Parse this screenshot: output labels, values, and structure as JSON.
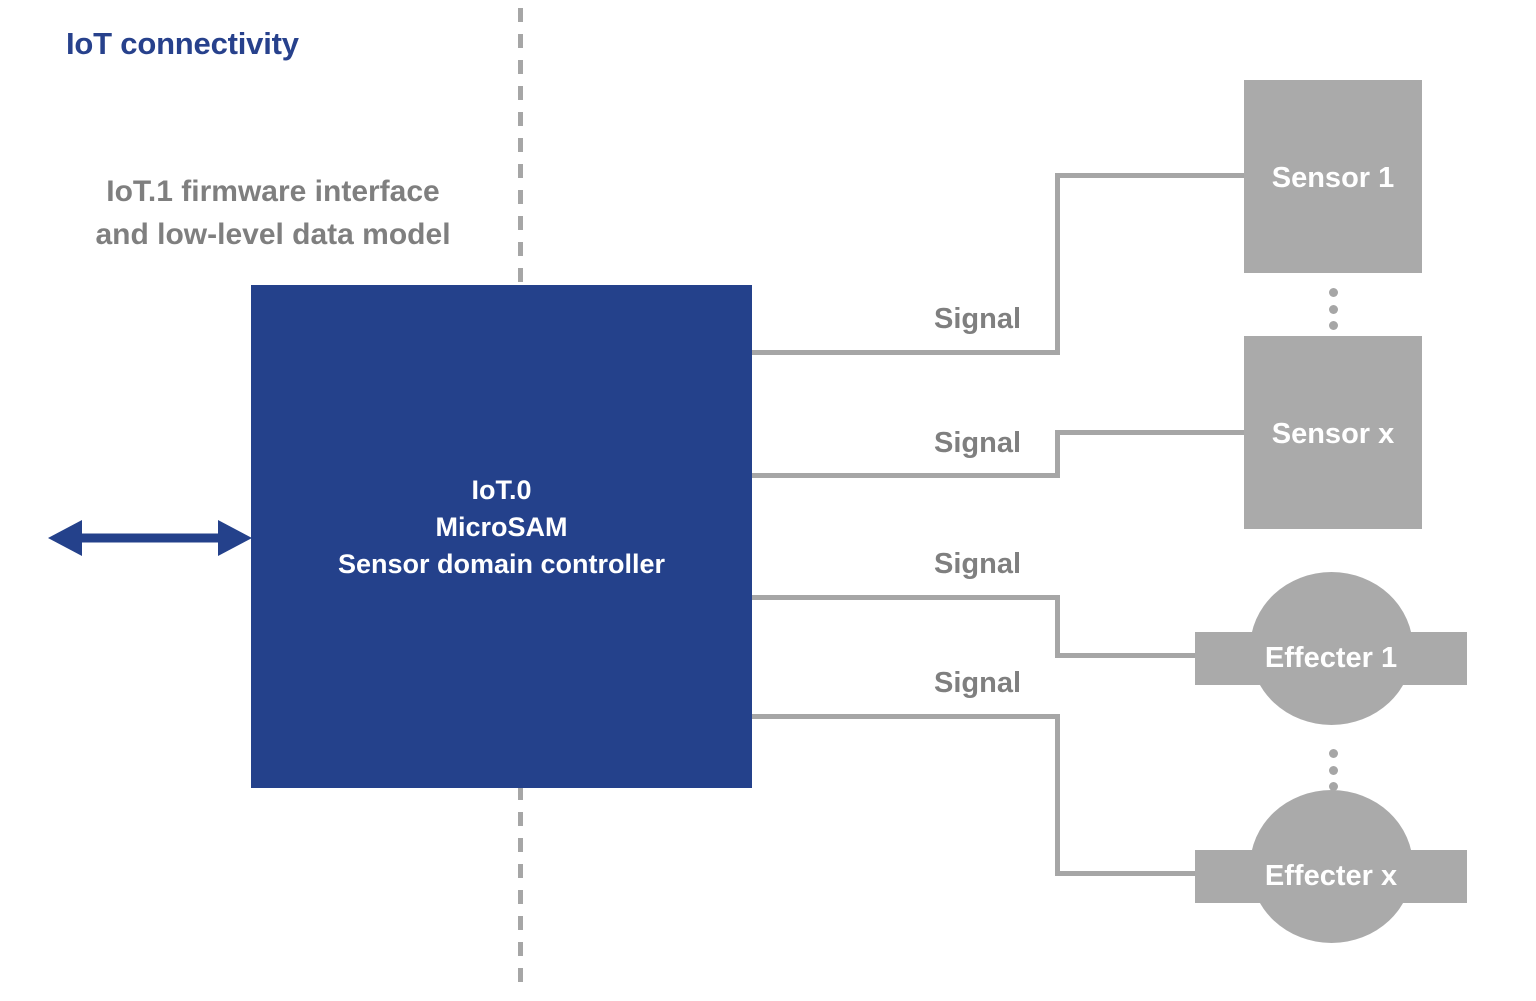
{
  "diagram": {
    "title": "IoT connectivity",
    "interface_caption": "IoT.1 firmware interface\nand low-level data model",
    "controller": {
      "label": "IoT.0\nMicroSAM\nSensor domain controller",
      "color": "#24418B"
    },
    "left_link": {
      "icon": "double-arrow-icon",
      "color": "#24418B"
    },
    "divider": {
      "style": "dashed-vertical",
      "color": "#A6A6A6"
    },
    "signals": [
      {
        "label": "Signal"
      },
      {
        "label": "Signal"
      },
      {
        "label": "Signal"
      },
      {
        "label": "Signal"
      }
    ],
    "sensors": [
      {
        "label": "Sensor 1",
        "shape": "rectangle",
        "color": "#AAAAAA"
      },
      {
        "label": "Sensor x",
        "shape": "rectangle",
        "color": "#AAAAAA"
      }
    ],
    "effecters": [
      {
        "label": "Effecter 1",
        "shape": "circle-with-band",
        "color": "#AAAAAA"
      },
      {
        "label": "Effecter x",
        "shape": "circle-with-band",
        "color": "#AAAAAA"
      }
    ],
    "ellipsis": [
      {
        "name": "sensor-continuation"
      },
      {
        "name": "effecter-continuation"
      }
    ],
    "colors": {
      "brand_blue": "#24418B",
      "title_blue": "#27418C",
      "node_gray": "#AAAAAA",
      "line_gray": "#A6A6A6",
      "text_gray": "#7F7F7F",
      "background": "#FFFFFF"
    }
  }
}
